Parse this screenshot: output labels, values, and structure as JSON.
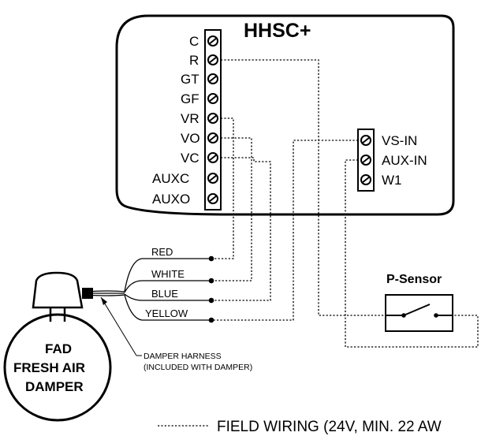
{
  "controller": {
    "title": "HHSC+",
    "terminals_left": [
      "C",
      "R",
      "GT",
      "GF",
      "VR",
      "VO",
      "VC",
      "AUXC",
      "AUXO"
    ],
    "terminals_right": [
      "VS-IN",
      "AUX-IN",
      "W1"
    ]
  },
  "harness": {
    "wires": [
      "RED",
      "WHITE",
      "BLUE",
      "YELLOW"
    ],
    "label_line1": "DAMPER HARNESS",
    "label_line2": "(INCLUDED WITH DAMPER)"
  },
  "damper": {
    "line1": "FAD",
    "line2": "FRESH AIR",
    "line3": "DAMPER"
  },
  "sensor": {
    "title": "P-Sensor"
  },
  "legend": {
    "text": "FIELD WIRING (24V, MIN. 22 AW"
  }
}
